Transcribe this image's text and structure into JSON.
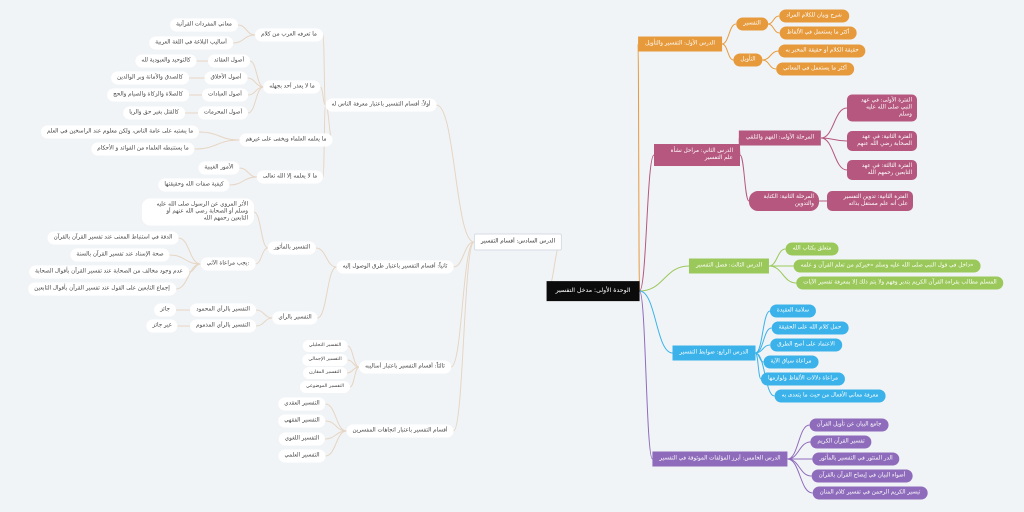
{
  "root": "الوحدة الأولى: مدخل التفسير",
  "s1": {
    "title": "الدرس الأول: التفسير والتأويل",
    "tafsir": "التفسير",
    "tafsir_1": "شرح وبيان للكلام المراد",
    "tafsir_2": "أكثر ما يستعمل في الألفاظ",
    "taweel": "التأويل",
    "taweel_1": "حقيقة الكلام أو حقيقة المخبر به",
    "taweel_2": "أكثر ما يستعمل في المعاني"
  },
  "s2": {
    "title": "الدرس الثاني: مراحل نشأة علم التفسير",
    "stage1": "المرحلة الأولى: الفهم والتلقي",
    "p1": "الفترة الأولى: في عهد النبي صلى الله عليه وسلم",
    "p2": "الفترة الثانية: في عهد الصحابة رضي الله عنهم",
    "p3": "الفترة الثالثة: في عهد التابعين رحمهم الله",
    "stage2": "المرحلة الثانية: الكتابة والتدوين",
    "p4": "الفترة الثانية: تدوين التفسير على أنه علم مستقل بذاته"
  },
  "s3": {
    "title": "الدرس الثالث: فضل التفسير",
    "item1": "متعلق بكتاب الله",
    "item2": "داخل في قول النبي صلى الله عليه وسلم «خيركم من تعلم القرآن و علمه»",
    "item3": "المسلم مطالب بقراءة القرآن الكريم بتدبر وفهم ولا يتم ذلك إلا بمعرفة تفسير الآيات"
  },
  "s4": {
    "title": "الدرس الرابع: ضوابط التفسير",
    "items": [
      "سلامة العقيدة",
      "حمل كلام الله على الحقيقة",
      "الاعتماد على أصح الطرق",
      "مراعاة سياق الآية",
      "مراعاة دلالات الألفاظ ولوازمها",
      "معرفة معاني الأفعال من حيث ما يتعدى به"
    ]
  },
  "s5": {
    "title": "الدرس الخامس: أبرز المؤلفات الموثوقة في التفسير",
    "items": [
      "جامع البيان عن تأويل القرآن",
      "تفسير القرآن الكريم",
      "الدر المنثور في التفسير بالمأثور",
      "أضواء البيان في إيضاح القرآن بالقرآن",
      "تيسير الكريم الرحمن في تفسير كلام المنان"
    ]
  },
  "s6": {
    "title": "الدرس السادس: أقسام التفسير",
    "a": {
      "title": "أولاً: أقسام التفسير باعتبار معرفة الناس له",
      "arab": "ما تعرفه العرب من كلام",
      "arab_1": "معاني المفردات القرآنية",
      "arab_2": "أساليب البلاغة في اللغة العربية",
      "nojahl": "ما لا يعذر أحد بجهله",
      "aqaid": "أصول العقائد",
      "aqaid_ex": "كالتوحيد والعبودية لله",
      "akhlaq": "أصول الأخلاق",
      "akhlaq_ex": "كالصدق والأمانة وبر الوالدين",
      "ibadat": "أصول العبادات",
      "ibadat_ex": "كالصلاة والزكاة والصيام والحج",
      "muharramat": "أصول المحرمات",
      "muharramat_ex": "كالقتل بغير حق والربا",
      "ulama": "ما يعلمه العلماء ويخفى على غيرهم",
      "ulama_1": "ما يشتبه على عامة الناس، ولكن معلوم عند الراسخين في العلم",
      "ulama_2": "ما يستنبطه العلماء من الفوائد و الأحكام",
      "allah": "ما لا يعلمه إلا الله تعالى",
      "allah_1": "الأمور الغيبية",
      "allah_2": "كيفية صفات الله وحقيقتها"
    },
    "b": {
      "title": "ثانياً: أقسام التفسير باعتبار طرق الوصول إليه",
      "mathur": "التفسير بالمأثور",
      "athar": "الأثر المروي عن الرسول صلى الله عليه وسلم أو الصحابة رضي الله عنهم أو التابعين رحمهم الله",
      "ruler": "يجب مراعاة الآتي:",
      "r1": "الدقة في استنباط المعنى عند تفسير القرآن بالقرآن",
      "r2": "صحة الإسناد عند تفسير القرآن بالسنة",
      "r3": "عدم وجود مخالف من الصحابة عند تفسير القرآن بأقوال الصحابة",
      "r4": "إجماع التابعين على القول عند تفسير القرآن بأقوال التابعين",
      "ray": "التفسير بالرأي",
      "ray_good": "التفسير بالرأي المحمود",
      "ray_good_ex": "جائز",
      "ray_bad": "التفسير بالرأي المذموم",
      "ray_bad_ex": "غير جائز"
    },
    "c": {
      "title": "ثالثاً: أقسام التفسير باعتبار أساليبه",
      "items": [
        "التفسير التحليلي",
        "التفسير الإجمالي",
        "التفسير المقارن",
        "التفسير الموضوعي"
      ]
    },
    "d": {
      "title": "أقسام التفسير باعتبار اتجاهات المفسرين",
      "items": [
        "التفسير العقدي",
        "التفسير الفقهي",
        "التفسير اللغوي",
        "التفسير العلمي"
      ]
    }
  },
  "colors": {
    "s1": "#e69a3c",
    "s2": "#b5577f",
    "s3": "#9bc85a",
    "s4": "#3bb3ea",
    "s5": "#8f6cbb",
    "s6": "#e6d5c3"
  }
}
